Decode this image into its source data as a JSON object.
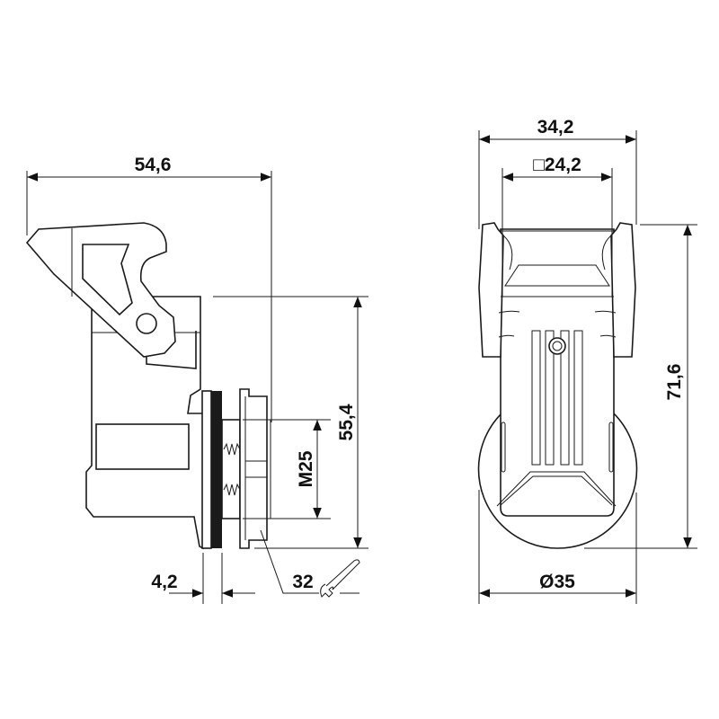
{
  "drawing": {
    "side_view": {
      "overall_length": "54,6",
      "height": "55,4",
      "thread": "M25",
      "flange_thickness": "4,2",
      "wrench_size": "32"
    },
    "front_view": {
      "overall_width": "34,2",
      "square_cutout": "□24,2",
      "overall_height": "71,6",
      "diameter": "Ø35"
    }
  }
}
